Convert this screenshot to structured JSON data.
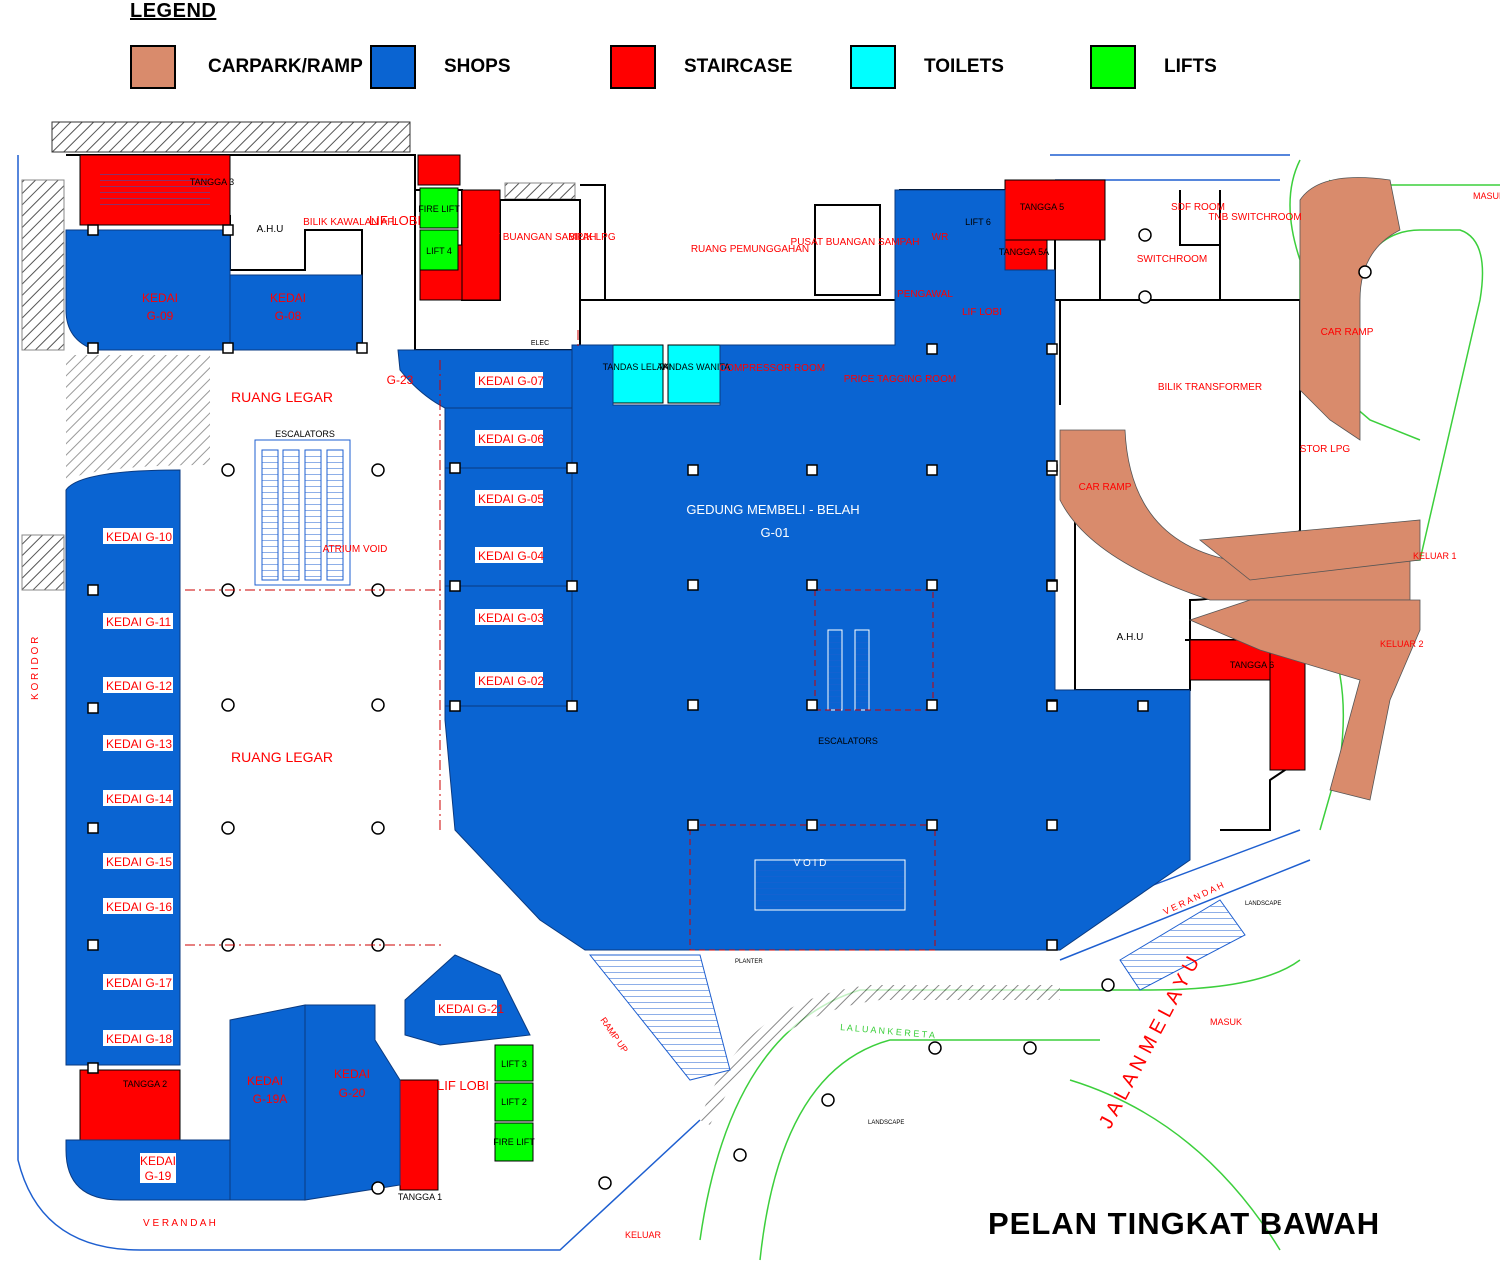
{
  "legend": {
    "title": "LEGEND",
    "items": [
      {
        "label": "CARPARK/RAMP",
        "color": "#d98b6c"
      },
      {
        "label": "SHOPS",
        "color": "#0a64d2"
      },
      {
        "label": "STAIRCASE",
        "color": "#ff0000"
      },
      {
        "label": "TOILETS",
        "color": "#00ffff"
      },
      {
        "label": "LIFTS",
        "color": "#00ff00"
      }
    ]
  },
  "plan_title": "PELAN TINGKAT BAWAH",
  "colors": {
    "shop": "#0a64d2",
    "stair": "#ff0000",
    "toilet": "#00ffff",
    "lift": "#00ff00",
    "ramp": "#d98b6c",
    "label_red": "#ff0000",
    "line_blue": "#1e5fd0",
    "line_green": "#3ccf3c"
  },
  "shops": [
    {
      "name": "KEDAI",
      "number": "G-09"
    },
    {
      "name": "KEDAI",
      "number": "G-08"
    },
    {
      "name": "KEDAI",
      "number": "G-07"
    },
    {
      "name": "KEDAI",
      "number": "G-06"
    },
    {
      "name": "KEDAI",
      "number": "G-05"
    },
    {
      "name": "KEDAI",
      "number": "G-04"
    },
    {
      "name": "KEDAI",
      "number": "G-03"
    },
    {
      "name": "KEDAI",
      "number": "G-02"
    },
    {
      "name": "KEDAI",
      "number": "G-10"
    },
    {
      "name": "KEDAI",
      "number": "G-11"
    },
    {
      "name": "KEDAI",
      "number": "G-12"
    },
    {
      "name": "KEDAI",
      "number": "G-13"
    },
    {
      "name": "KEDAI",
      "number": "G-14"
    },
    {
      "name": "KEDAI",
      "number": "G-15"
    },
    {
      "name": "KEDAI",
      "number": "G-16"
    },
    {
      "name": "KEDAI",
      "number": "G-17"
    },
    {
      "name": "KEDAI",
      "number": "G-18"
    },
    {
      "name": "KEDAI",
      "number": "G-19"
    },
    {
      "name": "KEDAI",
      "number": "G-19A"
    },
    {
      "name": "KEDAI",
      "number": "G-20"
    },
    {
      "name": "KEDAI",
      "number": "G-21"
    }
  ],
  "dept_store": {
    "name": "GEDUNG MEMBELI - BELAH",
    "number": "G-01"
  },
  "stairs": {
    "t3": "TANGGA 3",
    "t5": "TANGGA 5",
    "t5a": "TANGGA 5A",
    "t6": "TANGGA 6",
    "t2": "TANGGA 2",
    "t1": "TANGGA 1"
  },
  "lifts": {
    "fire_top": "FIRE LIFT",
    "lift4": "LIFT 4",
    "lift6": "LIFT 6",
    "lift3": "LIFT 3",
    "lift2": "LIFT 2",
    "fire_bottom": "FIRE LIFT"
  },
  "toilets": {
    "men": "TANDAS LELAKI",
    "women": "TANDAS WANITA"
  },
  "rooms": {
    "ahu_top": "A.H.U",
    "bilik_kawalan": "BILIK KAWALAN API",
    "lif_lobi_top": "LIF LOBI",
    "pusat_sampah_1": "PUSAT BUANGAN SAMPAH",
    "bilik_lpg": "BILIK LPG",
    "ruang_pemunggahan": "RUANG PEMUNGGAHAN",
    "pusat_sampah_2": "PUSAT BUANGAN SAMPAH",
    "pengawal": "PENGAWAL",
    "lif_lobi_right": "LIF LOBI",
    "wr": "WR",
    "lpg": "LPG",
    "sdf_room": "SDF ROOM",
    "tnb_switchroom": "TNB SWITCHROOM",
    "switchroom": "SWITCHROOM",
    "bilik_transformer": "BILIK TRANSFORMER",
    "stor_lpg": "STOR LPG",
    "compressor": "COMPRESSOR ROOM",
    "price_tagging": "PRICE TAGGING ROOM",
    "ruang_legar_1": "RUANG LEGAR",
    "ruang_legar_2": "RUANG LEGAR",
    "escalators_atrium": "ESCALATORS",
    "atrium_void": "ATRIUM VOID",
    "escalators_center": "ESCALATORS",
    "void": "V O I D",
    "g23": "G-23",
    "ahu_right": "A.H.U",
    "lif_lobi_bottom": "LIF LOBI",
    "car_ramp_1": "CAR RAMP",
    "car_ramp_2": "CAR RAMP",
    "elec": "ELEC"
  },
  "road": {
    "masuk_top": "MASUK",
    "keluar1": "KELUAR 1",
    "keluar2": "KELUAR 2",
    "masuk_bottom": "MASUK",
    "keluar_bottom": "KELUAR",
    "koridor": "K O R I D O R",
    "verandah_bottom": "V E R A N D A H",
    "verandah_right": "V E R A N D A H",
    "jalan_melayu": "J A L A N   M E L A Y U",
    "laluan_kereta": "L A L U A N   K E R E T A",
    "landscape_1": "LANDSCAPE",
    "landscape_2": "LANDSCAPE",
    "planter": "PLANTER",
    "ramp_up": "RAMP UP"
  }
}
